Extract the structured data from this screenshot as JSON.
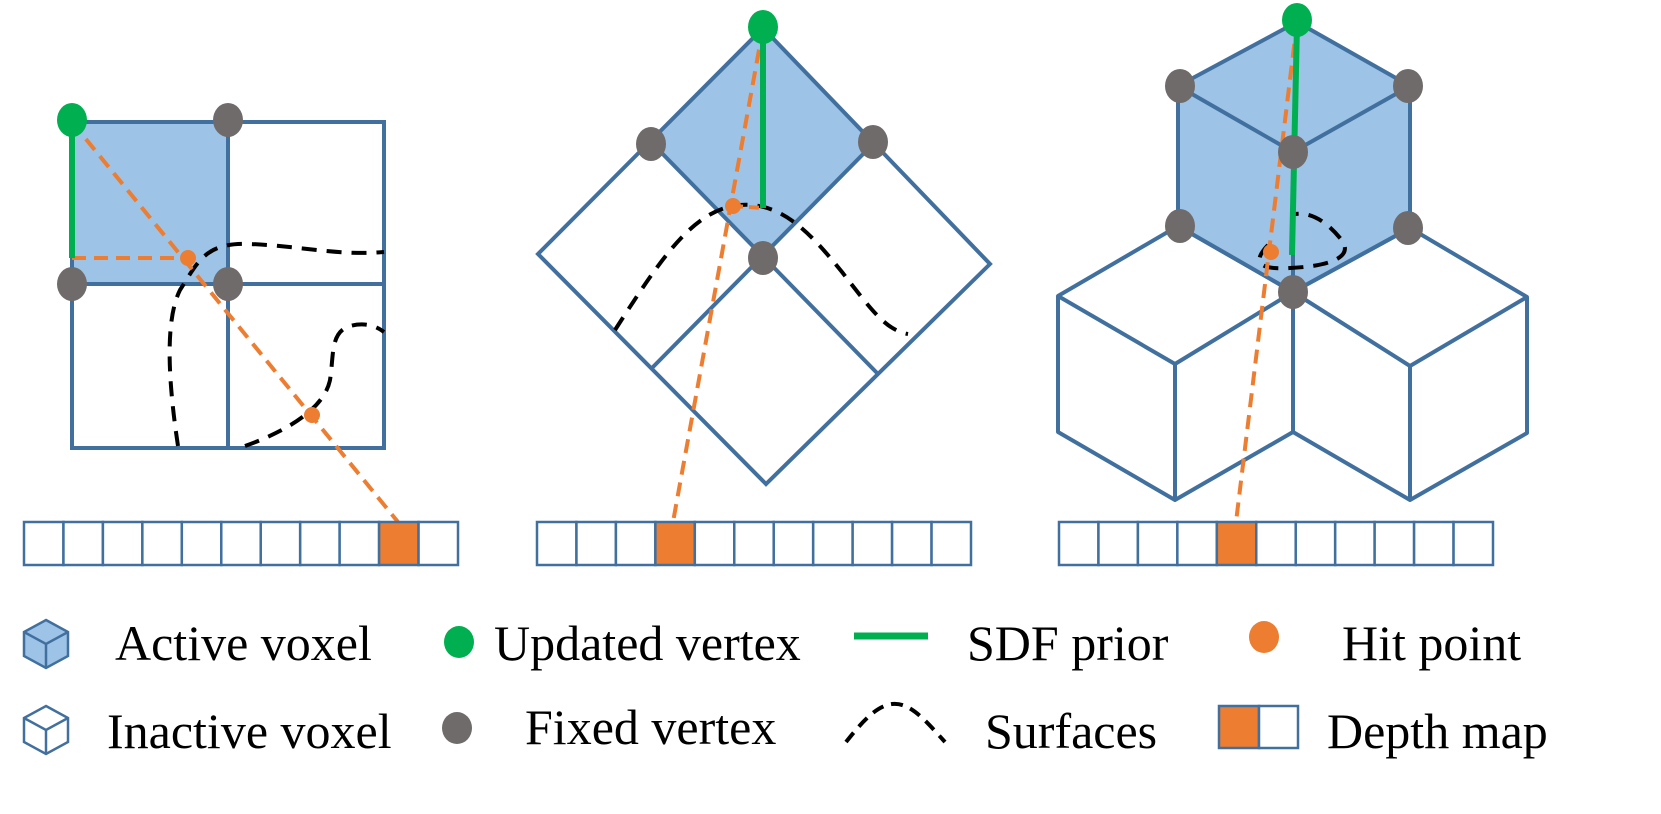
{
  "colors": {
    "grid_stroke": "#41709f",
    "active_fill": "#9dc3e6",
    "updated_vertex": "#00b050",
    "fixed_vertex": "#6f6b6b",
    "sdf_prior": "#00b050",
    "hit_point": "#ed7d31",
    "ray": "#ed7d31",
    "surface": "#000000",
    "depth_hit_cell": "#ed7d31"
  },
  "panels": [
    {
      "id": "2d-grid",
      "depth_map_cells": 11,
      "hit_cell_index": 9
    },
    {
      "id": "rotated-grid",
      "depth_map_cells": 11,
      "hit_cell_index": 3
    },
    {
      "id": "3d-cubes",
      "depth_map_cells": 11,
      "hit_cell_index": 4
    }
  ],
  "legend": {
    "active_voxel": {
      "icon": "cube-filled-icon",
      "label": "Active voxel"
    },
    "inactive_voxel": {
      "icon": "cube-outline-icon",
      "label": "Inactive voxel"
    },
    "updated_vertex": {
      "icon": "green-dot-icon",
      "label": "Updated vertex"
    },
    "fixed_vertex": {
      "icon": "gray-dot-icon",
      "label": "Fixed vertex"
    },
    "sdf_prior": {
      "icon": "green-line-icon",
      "label": "SDF prior"
    },
    "surfaces": {
      "icon": "dashed-curve-icon",
      "label": "Surfaces"
    },
    "hit_point": {
      "icon": "orange-dot-icon",
      "label": "Hit point"
    },
    "depth_map": {
      "icon": "depth-map-icon",
      "label": "Depth map"
    }
  }
}
